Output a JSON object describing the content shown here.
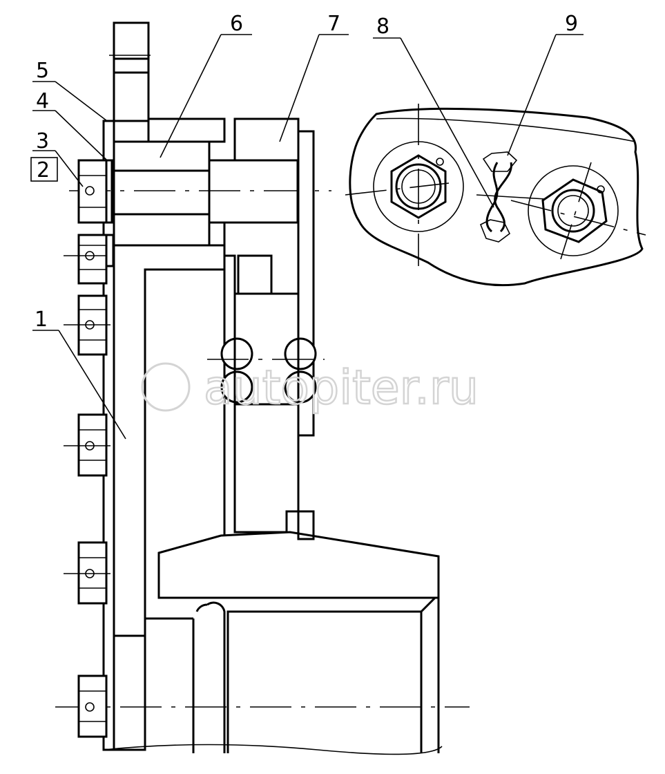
{
  "callouts": [
    {
      "id": "1",
      "text": "1"
    },
    {
      "id": "2",
      "text": "2"
    },
    {
      "id": "3",
      "text": "3"
    },
    {
      "id": "4",
      "text": "4"
    },
    {
      "id": "5",
      "text": "5"
    },
    {
      "id": "6",
      "text": "6"
    },
    {
      "id": "7",
      "text": "7"
    },
    {
      "id": "8",
      "text": "8"
    },
    {
      "id": "9",
      "text": "9"
    }
  ],
  "watermark": {
    "text": "autopiter.ru"
  },
  "colors": {
    "line": "#000000",
    "background": "#ffffff",
    "watermark": "#d4d4d4"
  }
}
